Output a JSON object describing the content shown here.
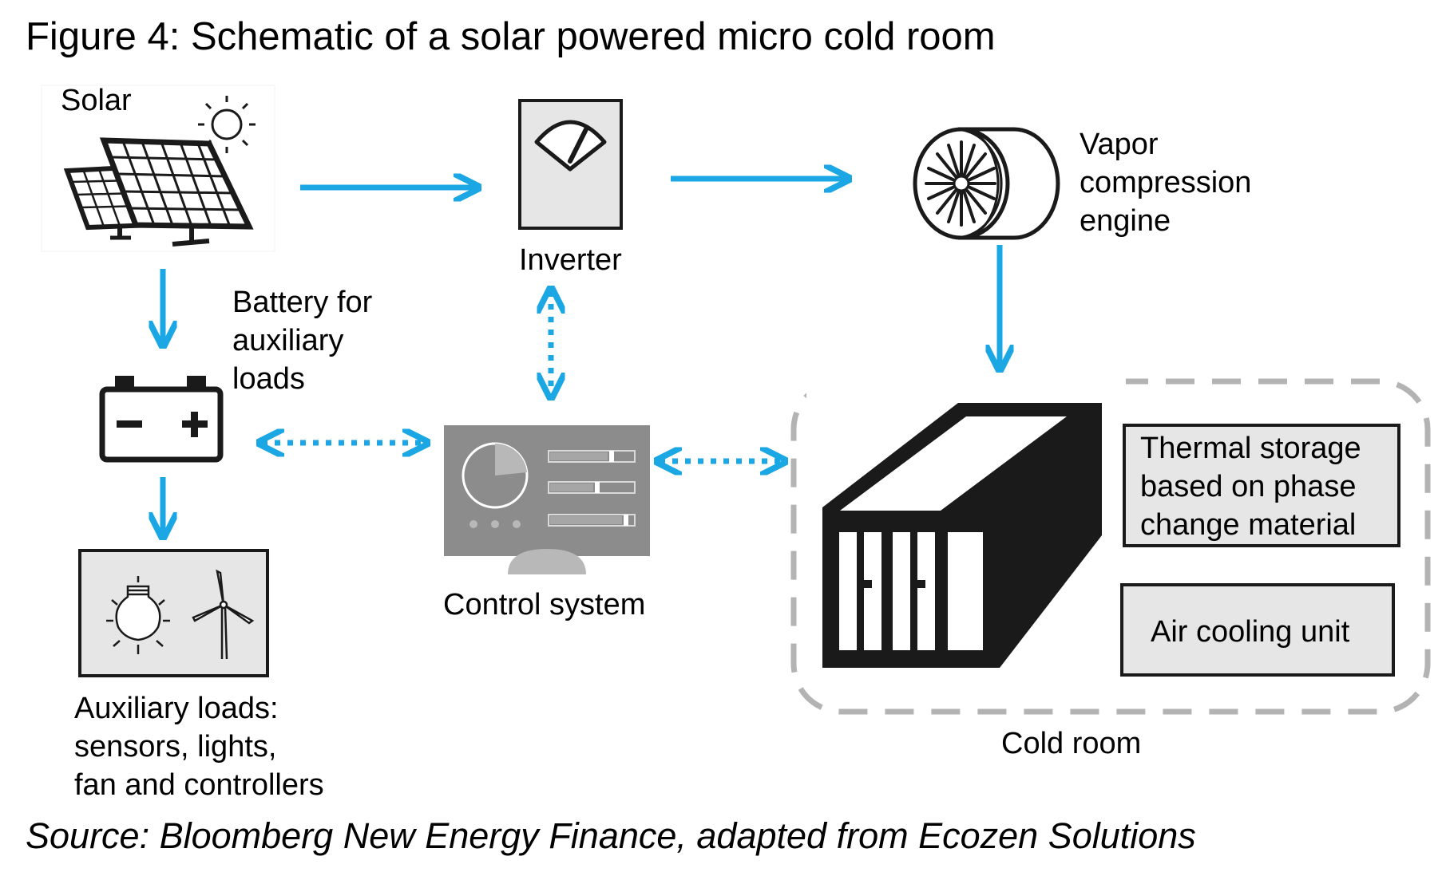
{
  "title": "Figure 4: Schematic of a solar powered micro cold room",
  "source": "Source: Bloomberg New Energy Finance, adapted from Ecozen Solutions",
  "nodes": {
    "solar": {
      "label": "Solar",
      "icon": "solar-panel-icon"
    },
    "inverter": {
      "label": "Inverter",
      "icon": "inverter-gauge-icon"
    },
    "vapor": {
      "lines": [
        "Vapor",
        "compression",
        "engine"
      ],
      "icon": "compressor-fan-icon"
    },
    "battery": {
      "lines": [
        "Battery for",
        "auxiliary",
        "loads"
      ],
      "icon": "battery-icon"
    },
    "control": {
      "label": "Control system",
      "icon": "control-panel-icon"
    },
    "auxiliary": {
      "lines": [
        "Auxiliary loads:",
        "sensors, lights,",
        "fan and controllers"
      ],
      "icon": "bulb-and-windmill-icon"
    },
    "cold_room": {
      "label": "Cold room",
      "icon": "container-icon"
    },
    "thermal_storage": {
      "lines": [
        "Thermal storage",
        "based on phase",
        "change material"
      ]
    },
    "air_cooling": {
      "label": "Air cooling unit"
    }
  },
  "colors": {
    "arrow": "#1aa7e4",
    "icon_dark": "#1a1a1a",
    "box_fill": "#e6e6e6",
    "dashed_border": "#b3b3b3",
    "control_panel": "#8c8c8c"
  }
}
